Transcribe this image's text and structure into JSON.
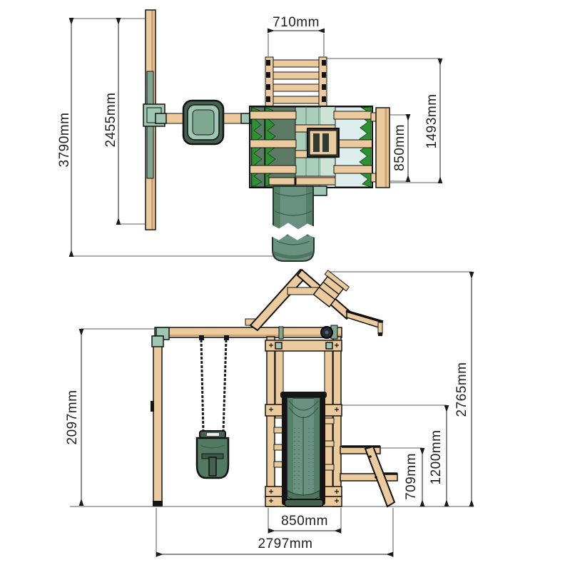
{
  "drawing": {
    "kind": "dimension-drawing",
    "views": [
      "plan-top-view",
      "front-elevation"
    ]
  },
  "dims": {
    "ladder_width": "710mm",
    "swing_beam_length": "2455mm",
    "overall_depth": "3790mm",
    "tower_depth": "1493mm",
    "side_plank_depth": "850mm",
    "swing_frame_height": "2097mm",
    "overall_height": "2765mm",
    "platform_height": "1200mm",
    "step_height": "709mm",
    "tower_base_width": "850mm",
    "overall_width": "2797mm"
  },
  "colors": {
    "background": "#FFFFFF",
    "wood": "#EBCB9D",
    "outline": "#141414",
    "seafoam": "#9FC6B2",
    "slide_green": "#6A9080",
    "panel_sage": "#5E7A66",
    "grass_green": "#2E9232",
    "panel_pale": "#DEEDEE",
    "seat_green": "#527A62",
    "dimension_line": "#1A1A1A"
  }
}
